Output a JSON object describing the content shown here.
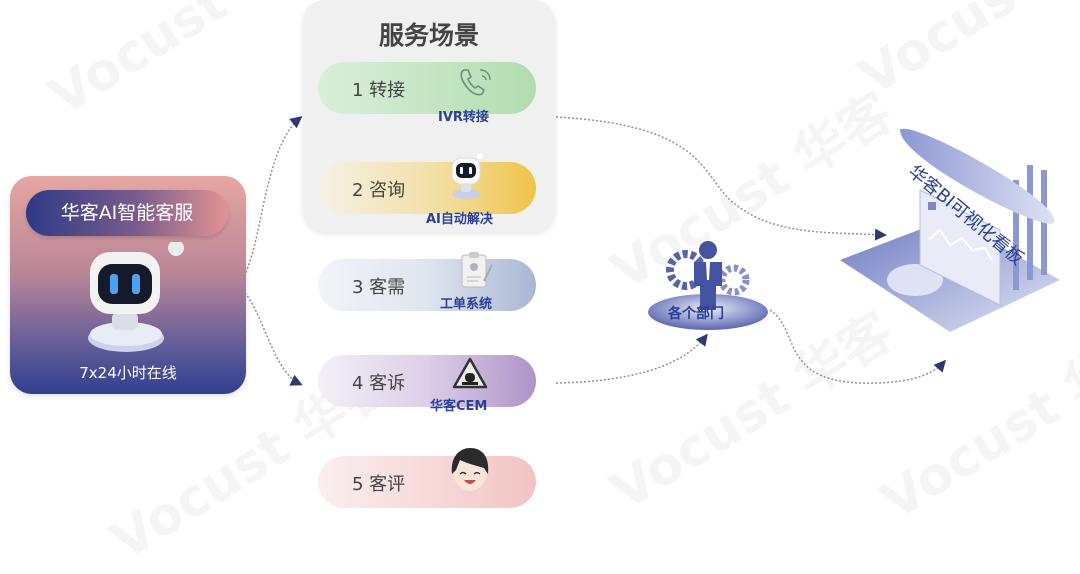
{
  "watermark": {
    "text_latin": "Vocust",
    "text_cn": "华客"
  },
  "ai_service": {
    "title": "华客AI智能客服",
    "footer": "7x24小时在线",
    "icon": "robot-icon"
  },
  "scenarios": {
    "title": "服务场景",
    "items": [
      {
        "number": "1",
        "label": "转接",
        "display": "1 转接",
        "system": "IVR转接",
        "icon": "phone-icon",
        "color": "#b3dcb0"
      },
      {
        "number": "2",
        "label": "咨询",
        "display": "2 咨询",
        "system": "AI自动解决",
        "icon": "robot-icon",
        "color": "#efc44a"
      },
      {
        "number": "3",
        "label": "客需",
        "display": "3 客需",
        "system": "工单系统",
        "icon": "clipboard-icon",
        "color": "#aab7d4"
      },
      {
        "number": "4",
        "label": "客诉",
        "display": "4 客诉",
        "system": "华客CEM",
        "icon": "alarm-icon",
        "color": "#ae94c8"
      },
      {
        "number": "5",
        "label": "客评",
        "display": "5 客评",
        "system": "",
        "icon": "smiling-face-icon",
        "color": "#f1c4c2"
      }
    ]
  },
  "departments": {
    "label": "各个部门",
    "icon": "businessman-gear-icon"
  },
  "bi_dashboard": {
    "label": "华客BI可视化看板",
    "icon": "dashboard-icon"
  },
  "colors": {
    "accent_blue": "#2a3f95",
    "arrow": "#2e3a6e",
    "dotted_line": "#9a8c94"
  }
}
